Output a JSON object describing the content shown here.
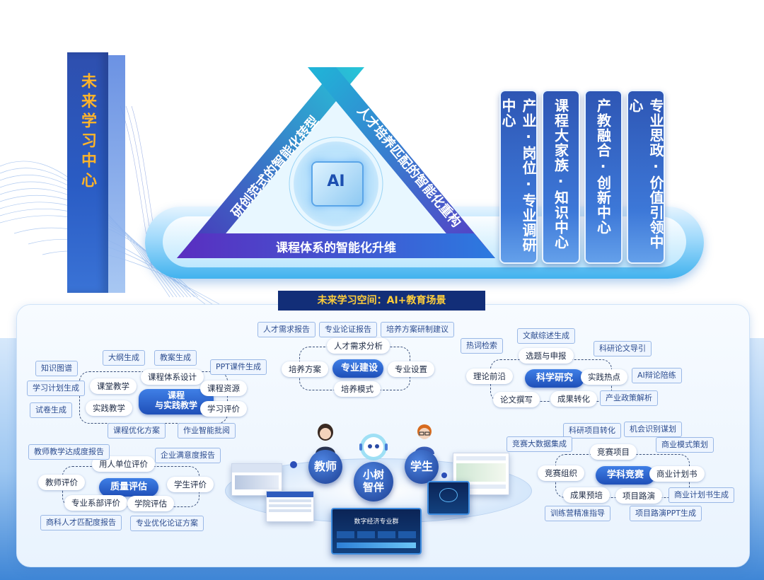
{
  "banner": {
    "title": "未来学习中心"
  },
  "triangle": {
    "left_side": "研创范式的智能化转型",
    "right_side": "人才培养匹配的智能化重构",
    "base": "课程体系的智能化升维",
    "cube_label": "AI"
  },
  "centers": [
    {
      "label": "产业·岗位·专业调研中心"
    },
    {
      "label": "课程大家族·知识中心"
    },
    {
      "label": "产教融合·创新中心"
    },
    {
      "label": "专业思政·价值引领中心"
    }
  ],
  "subtitle": "未来学习空间：AI+教育场景",
  "course_cluster": {
    "hub": "课程\n与实践教学",
    "hub_line1": "课程",
    "hub_line2": "与实践教学",
    "nodes": [
      "课程体系设计",
      "课堂教学",
      "课程资源",
      "实践教学",
      "学习评价"
    ],
    "tags": [
      "大纲生成",
      "教案生成",
      "知识图谱",
      "PPT课件生成",
      "学习计划生成",
      "试卷生成",
      "课程优化方案",
      "作业智能批阅"
    ]
  },
  "major_cluster": {
    "hub": "专业建设",
    "nodes": [
      "人才需求分析",
      "培养方案",
      "专业设置",
      "培养模式"
    ],
    "tags": [
      "人才需求报告",
      "专业论证报告",
      "培养方案研制建议"
    ]
  },
  "research_cluster": {
    "hub": "科学研究",
    "nodes": [
      "选题与申报",
      "理论前沿",
      "实践热点",
      "论文撰写",
      "成果转化"
    ],
    "tags": [
      "文献综述生成",
      "热词检索",
      "科研论文导引",
      "AI辩论陪练",
      "产业政策解析"
    ]
  },
  "quality_cluster": {
    "hub": "质量评估",
    "nodes": [
      "用人单位评价",
      "教师评价",
      "学生评价",
      "专业系部评价",
      "学院评估"
    ],
    "tags": [
      "教师教学达成度报告",
      "企业满意度报告",
      "商科人才匹配度报告",
      "专业优化论证方案"
    ]
  },
  "competition_cluster": {
    "hub": "学科竞赛",
    "nodes": [
      "竞赛项目",
      "竞赛组织",
      "商业计划书",
      "成果预培",
      "项目路演"
    ],
    "tags": [
      "科研项目转化",
      "机会识别谋划",
      "竞赛大数据集成",
      "商业模式策划",
      "商业计划书生成",
      "训练营精准指导",
      "项目路演PPT生成"
    ]
  },
  "roles": {
    "teacher": "教师",
    "partner_line1": "小树",
    "partner_line2": "智伴",
    "student": "学生"
  },
  "screen": {
    "title": "数字经济专业群"
  },
  "colors": {
    "accent": "#1f4fb8",
    "banner_text": "#ffb42a",
    "subtitle_text": "#ffce3a"
  }
}
